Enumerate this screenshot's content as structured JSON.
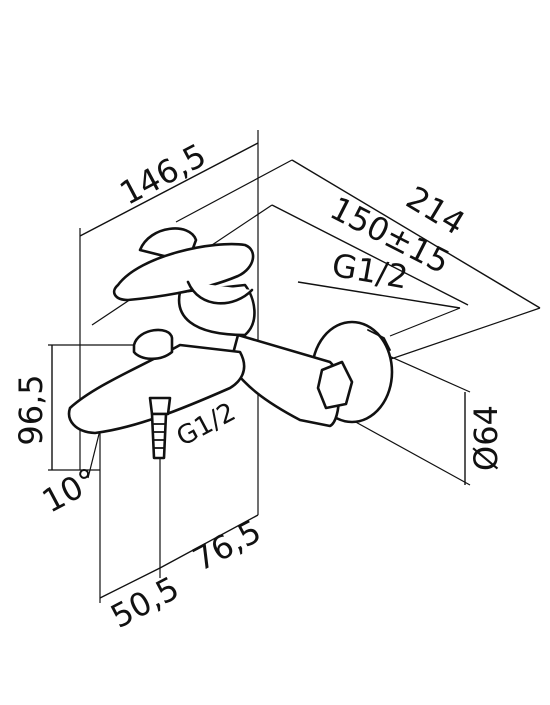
{
  "drawing": {
    "dimensions": {
      "overall_depth": "146,5",
      "total_width": "214",
      "center_distance": "150±15",
      "inlet_thread": "G1/2",
      "outlet_thread": "G1/2",
      "height": "96,5",
      "spout_angle": "10°",
      "spout_offset": "50,5",
      "outlet_offset": "76,5",
      "rosette_diameter": "Ø64"
    },
    "line_color": "#111111",
    "background_color": "#ffffff"
  }
}
